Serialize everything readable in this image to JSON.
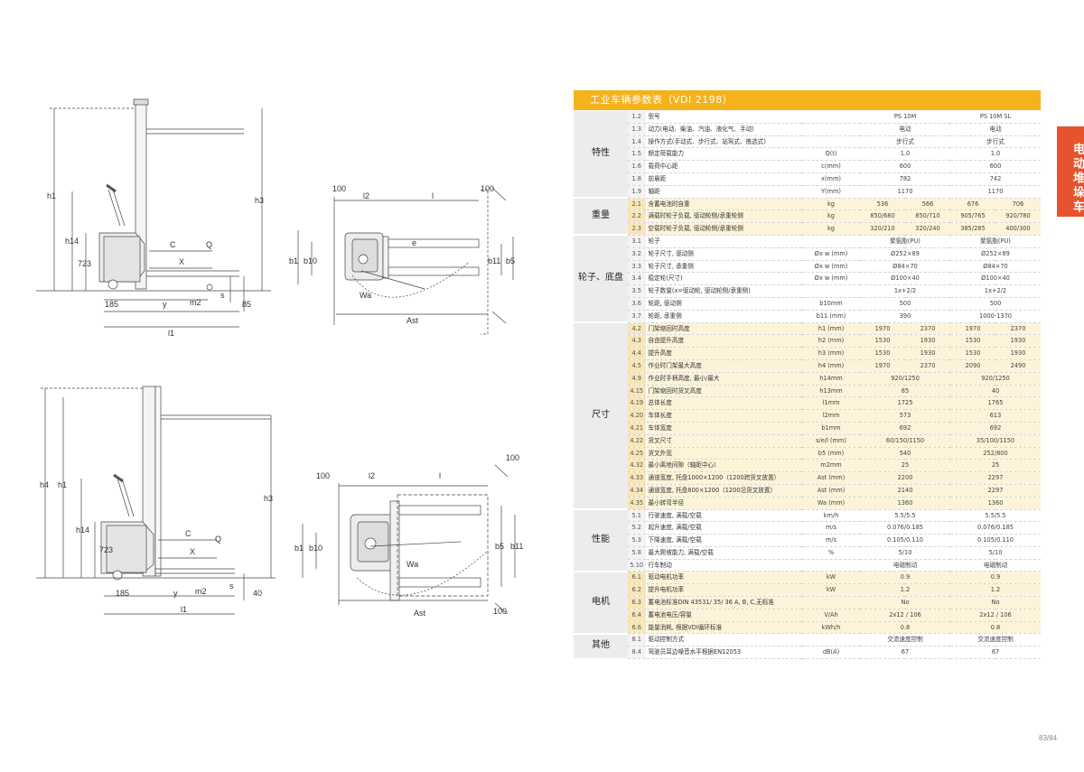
{
  "title": "工业车辆参数表（VDI 2198）",
  "side_tab": "电动堆垛车",
  "page_number": "83/84",
  "accent_color": "#f5b21b",
  "tab_color": "#e6532c",
  "drawing_labels": {
    "top": {
      "h1": "h1",
      "h14": "h14",
      "h3": "h3",
      "d723": "723",
      "c": "C",
      "q": "Q",
      "x": "X",
      "d185": "185",
      "y": "y",
      "m2": "m2",
      "s": "s",
      "d85": "85",
      "l1": "l1",
      "d100a": "100",
      "l2": "l2",
      "l": "l",
      "d100b": "100",
      "b1": "b1",
      "b10": "b10",
      "e": "e",
      "b11": "b11",
      "b5": "b5",
      "wa": "Wa",
      "ast": "Ast"
    },
    "bottom": {
      "h4": "h4",
      "h1": "h1",
      "h3": "h3",
      "h14": "h14",
      "d723": "723",
      "c": "C",
      "q": "Q",
      "x": "X",
      "d185": "185",
      "y": "y",
      "m2": "m2",
      "s": "s",
      "d40": "40",
      "l1": "l1",
      "d100a": "100",
      "l2": "l2",
      "l": "l",
      "d100b": "100",
      "b1": "b1",
      "b10": "b10",
      "b5": "b5",
      "b11": "b11",
      "wa": "Wa",
      "ast": "Ast",
      "d100c": "100"
    }
  },
  "sections": [
    {
      "category": "特性",
      "highlight": false,
      "rows": [
        {
          "num": "1.2",
          "name": "型号",
          "unit": "",
          "c": [
            "PS 10M",
            "PS 10M SL"
          ]
        },
        {
          "num": "1.3",
          "name": "动力(电动、柴油、汽油、液化气、手动)",
          "unit": "",
          "c": [
            "电动",
            "电动"
          ]
        },
        {
          "num": "1.4",
          "name": "操作方式(手动式、步行式、站驾式、拣选式)",
          "unit": "",
          "c": [
            "步行式",
            "步行式"
          ]
        },
        {
          "num": "1.5",
          "name": "额定荷载能力",
          "unit": "Q(t)",
          "c": [
            "1.0",
            "1.0"
          ]
        },
        {
          "num": "1.6",
          "name": "载荷中心距",
          "unit": "c(mm)",
          "c": [
            "600",
            "600"
          ]
        },
        {
          "num": "1.8",
          "name": "前悬距",
          "unit": "x(mm)",
          "c": [
            "782",
            "742"
          ]
        },
        {
          "num": "1.9",
          "name": "轴距",
          "unit": "Y(mm)",
          "c": [
            "1170",
            "1170"
          ]
        }
      ]
    },
    {
      "category": "重量",
      "highlight": true,
      "rows": [
        {
          "num": "2.1",
          "name": "含蓄电池时自重",
          "unit": "kg",
          "c": [
            "536",
            "566",
            "676",
            "706"
          ]
        },
        {
          "num": "2.2",
          "name": "满载时轮子负载, 驱动轮侧/承重轮侧",
          "unit": "kg",
          "c": [
            "850/680",
            "850/710",
            "905/765",
            "920/780"
          ]
        },
        {
          "num": "2.3",
          "name": "空载时轮子负载, 驱动轮侧/承重轮侧",
          "unit": "kg",
          "c": [
            "320/210",
            "320/240",
            "385/285",
            "400/300"
          ]
        }
      ]
    },
    {
      "category": "轮子、底盘",
      "highlight": false,
      "rows": [
        {
          "num": "3.1",
          "name": "轮子",
          "unit": "",
          "c": [
            "聚氨酯(PU)",
            "聚氨酯(PU)"
          ]
        },
        {
          "num": "3.2",
          "name": "轮子尺寸, 驱动侧",
          "unit": "Øx w (mm)",
          "c": [
            "Ø252×89",
            "Ø252×89"
          ]
        },
        {
          "num": "3.3",
          "name": "轮子尺寸, 承重侧",
          "unit": "Øx w (mm)",
          "c": [
            "Ø84×70",
            "Ø84×70"
          ]
        },
        {
          "num": "3.4",
          "name": "稳定轮(尺寸)",
          "unit": "Øx w (mm)",
          "c": [
            "Ø100×40",
            "Ø100×40"
          ]
        },
        {
          "num": "3.5",
          "name": "轮子数量(x=驱动轮, 驱动轮侧/承重侧)",
          "unit": "",
          "c": [
            "1x+2/2",
            "1x+2/2"
          ]
        },
        {
          "num": "3.6",
          "name": "轮距, 驱动侧",
          "unit": "b10mm",
          "c": [
            "500",
            "500"
          ]
        },
        {
          "num": "3.7",
          "name": "轮距, 承重侧",
          "unit": "b11 (mm)",
          "c": [
            "390",
            "1000-1370"
          ]
        }
      ]
    },
    {
      "category": "尺寸",
      "highlight": true,
      "rows": [
        {
          "num": "4.2",
          "name": "门架缩回时高度",
          "unit": "h1 (mm)",
          "c": [
            "1970",
            "2370",
            "1970",
            "2370"
          ]
        },
        {
          "num": "4.3",
          "name": "自由提升高度",
          "unit": "h2 (mm)",
          "c": [
            "1530",
            "1930",
            "1530",
            "1930"
          ]
        },
        {
          "num": "4.4",
          "name": "提升高度",
          "unit": "h3 (mm)",
          "c": [
            "1530",
            "1930",
            "1530",
            "1930"
          ]
        },
        {
          "num": "4.5",
          "name": "作业时门架最大高度",
          "unit": "h4 (mm)",
          "c": [
            "1970",
            "2370",
            "2090",
            "2490"
          ]
        },
        {
          "num": "4.9",
          "name": "作业时手柄高度, 最小/最大",
          "unit": "h14mm",
          "c": [
            "920/1250",
            "920/1250"
          ]
        },
        {
          "num": "4.15",
          "name": "门架缩回时货叉高度",
          "unit": "h13mm",
          "c": [
            "85",
            "40"
          ]
        },
        {
          "num": "4.19",
          "name": "总体长度",
          "unit": "l1mm",
          "c": [
            "1725",
            "1765"
          ]
        },
        {
          "num": "4.20",
          "name": "车体长度",
          "unit": "l2mm",
          "c": [
            "573",
            "613"
          ]
        },
        {
          "num": "4.21",
          "name": "车体宽度",
          "unit": "b1mm",
          "c": [
            "692",
            "692"
          ]
        },
        {
          "num": "4.22",
          "name": "货叉尺寸",
          "unit": "s/e/l (mm)",
          "c": [
            "60/150/1150",
            "35/100/1150"
          ]
        },
        {
          "num": "4.25",
          "name": "货叉外宽",
          "unit": "b5 (mm)",
          "c": [
            "540",
            "252/800"
          ]
        },
        {
          "num": "4.32",
          "name": "最小离地间隙（轴距中心）",
          "unit": "m2mm",
          "c": [
            "25",
            "25"
          ]
        },
        {
          "num": "4.33",
          "name": "通道宽度, 托盘1000×1200（1200跨货叉放置）",
          "unit": "Ast (mm)",
          "c": [
            "2200",
            "2297"
          ]
        },
        {
          "num": "4.34",
          "name": "通道宽度, 托盘800×1200（1200沿货叉放置）",
          "unit": "Ast (mm)",
          "c": [
            "2140",
            "2297"
          ]
        },
        {
          "num": "4.35",
          "name": "最小转弯半径",
          "unit": "Wa (mm)",
          "c": [
            "1360",
            "1360"
          ]
        }
      ]
    },
    {
      "category": "性能",
      "highlight": false,
      "rows": [
        {
          "num": "5.1",
          "name": "行驶速度, 满载/空载",
          "unit": "km/h",
          "c": [
            "5.5/5.5",
            "5.5/5.5"
          ]
        },
        {
          "num": "5.2",
          "name": "起升速度, 满载/空载",
          "unit": "m/s",
          "c": [
            "0.076/0.185",
            "0.076/0.185"
          ]
        },
        {
          "num": "5.3",
          "name": "下降速度, 满载/空载",
          "unit": "m/s",
          "c": [
            "0.105/0.110",
            "0.105/0.110"
          ]
        },
        {
          "num": "5.8",
          "name": "最大爬坡能力, 满载/空载",
          "unit": "%",
          "c": [
            "5/10",
            "5/10"
          ]
        },
        {
          "num": "5.10",
          "name": "行车制动",
          "unit": "",
          "c": [
            "电磁制动",
            "电磁制动"
          ]
        }
      ]
    },
    {
      "category": "电机",
      "highlight": true,
      "rows": [
        {
          "num": "6.1",
          "name": "驱动电机功率",
          "unit": "kW",
          "c": [
            "0.9",
            "0.9"
          ]
        },
        {
          "num": "6.2",
          "name": "提升电机功率",
          "unit": "kW",
          "c": [
            "1.2",
            "1.2"
          ]
        },
        {
          "num": "6.3",
          "name": "蓄电池标准DIN 43531/ 35/ 36 A, B, C,无标准",
          "unit": "",
          "c": [
            "No",
            "No"
          ]
        },
        {
          "num": "6.4",
          "name": "蓄电池电压/容量",
          "unit": "V/Ah",
          "c": [
            "2x12 / 106",
            "2x12 / 106"
          ]
        },
        {
          "num": "6.6",
          "name": "能量消耗, 根据VDI循环标准",
          "unit": "kWh/h",
          "c": [
            "0.8",
            "0.8"
          ]
        }
      ]
    },
    {
      "category": "其他",
      "highlight": false,
      "rows": [
        {
          "num": "8.1",
          "name": "驱动控制方式",
          "unit": "",
          "c": [
            "交流速度控制",
            "交流速度控制"
          ]
        },
        {
          "num": "8.4",
          "name": "驾驶员耳边噪音水平根据EN12053",
          "unit": "dB(A)",
          "c": [
            "67",
            "67"
          ]
        }
      ]
    }
  ]
}
